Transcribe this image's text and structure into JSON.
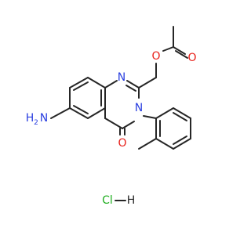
{
  "molecule": {
    "atoms": {
      "n1": {
        "symbol": "N"
      },
      "n3": {
        "symbol": "N"
      },
      "o_carbonyl": {
        "symbol": "O"
      },
      "o_ester": {
        "symbol": "O"
      },
      "o_acetyl": {
        "symbol": "O"
      },
      "amine_n": {
        "symbol": "N"
      },
      "amine_h2": {
        "symbol": "H"
      },
      "amine_sub": {
        "symbol": "2"
      },
      "cl": {
        "symbol": "Cl"
      },
      "hcl_h": {
        "symbol": "H"
      }
    }
  },
  "colors": {
    "bond": "#262626",
    "nitrogen": "#2A3FE0",
    "oxygen": "#E8201A",
    "chlorine": "#1FAE1F",
    "carbon": "#262626"
  }
}
